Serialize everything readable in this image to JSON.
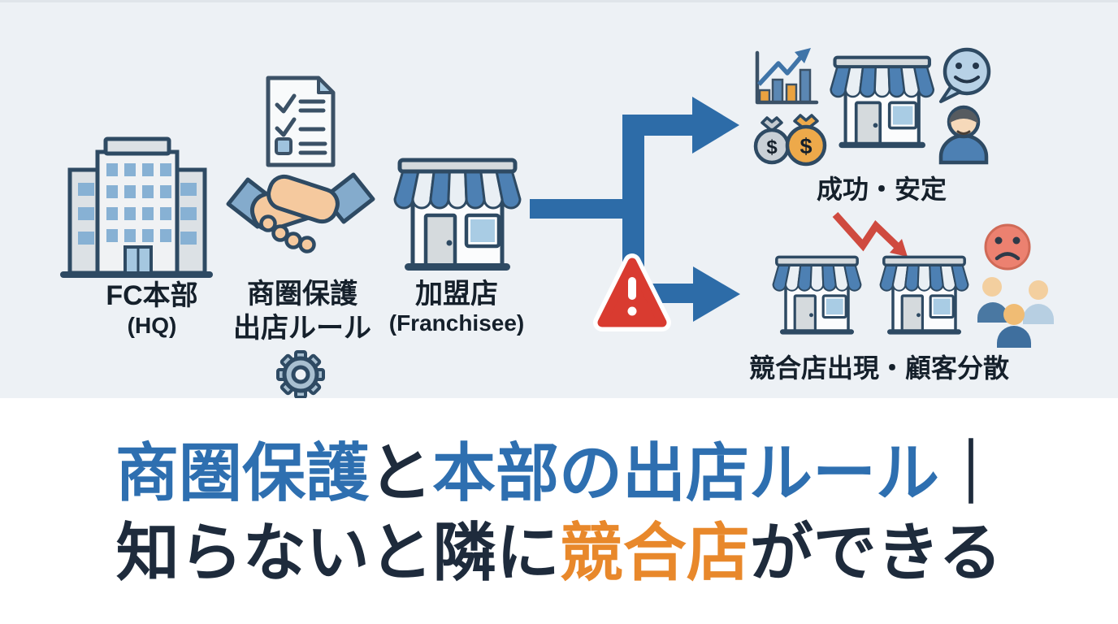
{
  "colors": {
    "top_bg": "#edf1f5",
    "bottom_bg": "#ffffff",
    "arrow_blue": "#2d6ca8",
    "title_blue": "#2e6fb0",
    "title_dark": "#1e2b3c",
    "title_orange": "#e8882b",
    "warning_red": "#d93b30",
    "decline_red": "#cf4a3f",
    "outline_navy": "#2e4a63",
    "icon_blue": "#4d80b3",
    "label_dark": "#15202b"
  },
  "diagram": {
    "hq": {
      "label": "FC本部",
      "sublabel": "(HQ)"
    },
    "contract": {
      "label1": "商圏保護",
      "label2": "出店ルール"
    },
    "franchisee": {
      "label": "加盟店",
      "sublabel": "(Franchisee)"
    },
    "success": {
      "label": "成功・安定"
    },
    "competition": {
      "label": "競合店出現・顧客分散"
    },
    "money_symbol": "$"
  },
  "title": {
    "line1": {
      "part1": "商圏保護",
      "part2": "と",
      "part3": "本部の出店ルール",
      "part4": "｜"
    },
    "line2": {
      "part1": "知らないと隣に",
      "part2": "競合店",
      "part3": "ができる"
    }
  },
  "icons": {
    "hq_building": "office-building",
    "contract_document": "checklist-document",
    "handshake": "handshake-agreement",
    "gear": "gear",
    "store": "storefront",
    "growth_chart": "bar-chart-up-arrow",
    "money_bags": "money-bags",
    "happy_bubble": "smiley-speech-bubble",
    "customer": "person",
    "warning": "warning-triangle",
    "decline_arrow": "red-zigzag-arrow",
    "sad_face": "sad-face",
    "crowd": "people-group"
  }
}
